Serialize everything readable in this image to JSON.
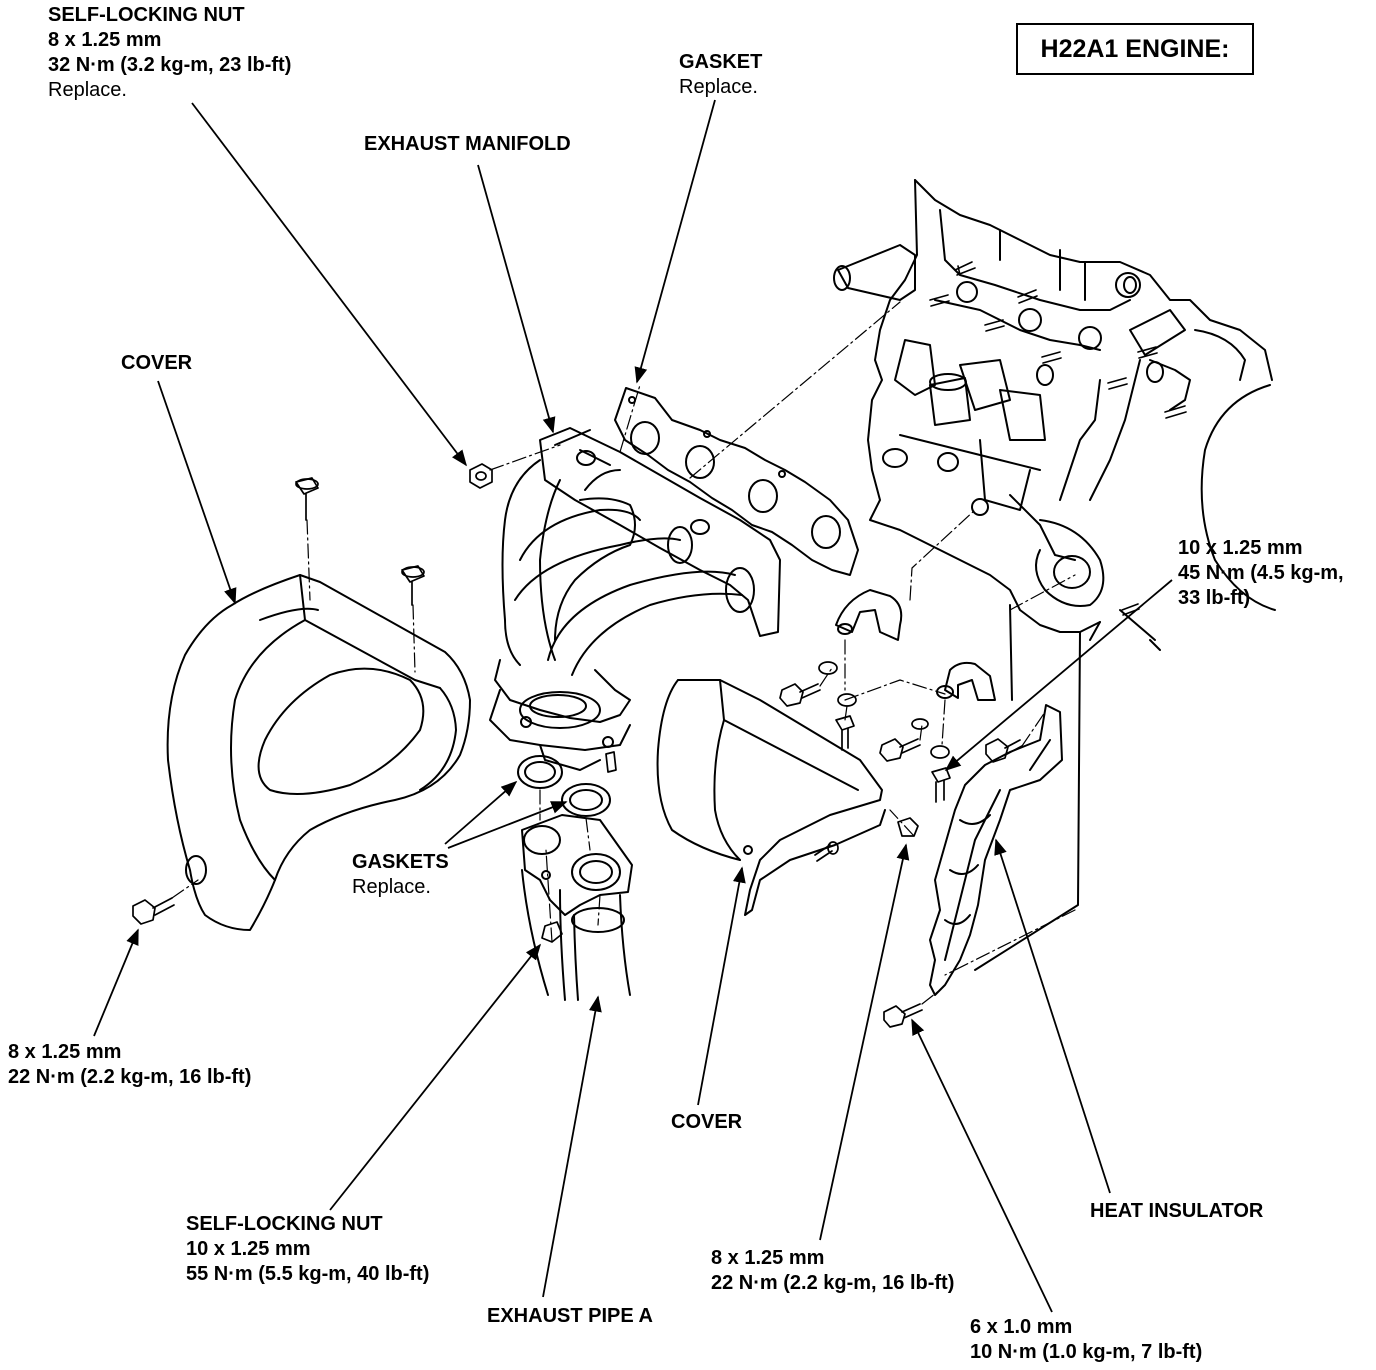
{
  "title": "H22A1 ENGINE:",
  "colors": {
    "ink": "#000000",
    "paper": "#ffffff"
  },
  "labels": {
    "nut_top": {
      "name": "SELF-LOCKING NUT",
      "size": "8 x 1.25 mm",
      "torque": "32 N·m (3.2 kg-m, 23 lb-ft)",
      "note": "Replace."
    },
    "exhaust_manifold": {
      "name": "EXHAUST MANIFOLD"
    },
    "gasket": {
      "name": "GASKET",
      "note": "Replace."
    },
    "cover_left": {
      "name": "COVER"
    },
    "bolt_right": {
      "size": "10 x 1.25 mm",
      "torque_line1": "45 N·m (4.5 kg-m,",
      "torque_line2": "33 lb-ft)"
    },
    "gaskets": {
      "name": "GASKETS",
      "note": "Replace."
    },
    "bolt_left": {
      "size": "8 x 1.25 mm",
      "torque": "22 N·m (2.2 kg-m, 16 lb-ft)"
    },
    "cover_bottom": {
      "name": "COVER"
    },
    "heat_insulator": {
      "name": "HEAT INSULATOR"
    },
    "nut_bottom": {
      "name": "SELF-LOCKING NUT",
      "size": "10 x 1.25 mm",
      "torque": "55 N·m (5.5 kg-m, 40 lb-ft)"
    },
    "exhaust_pipe": {
      "name": "EXHAUST PIPE A"
    },
    "bolt_center": {
      "size": "8 x 1.25 mm",
      "torque": "22 N·m (2.2 kg-m, 16 lb-ft)"
    },
    "bolt_small": {
      "size": "6 x 1.0 mm",
      "torque": "10 N·m (1.0 kg-m, 7 lb-ft)"
    }
  }
}
